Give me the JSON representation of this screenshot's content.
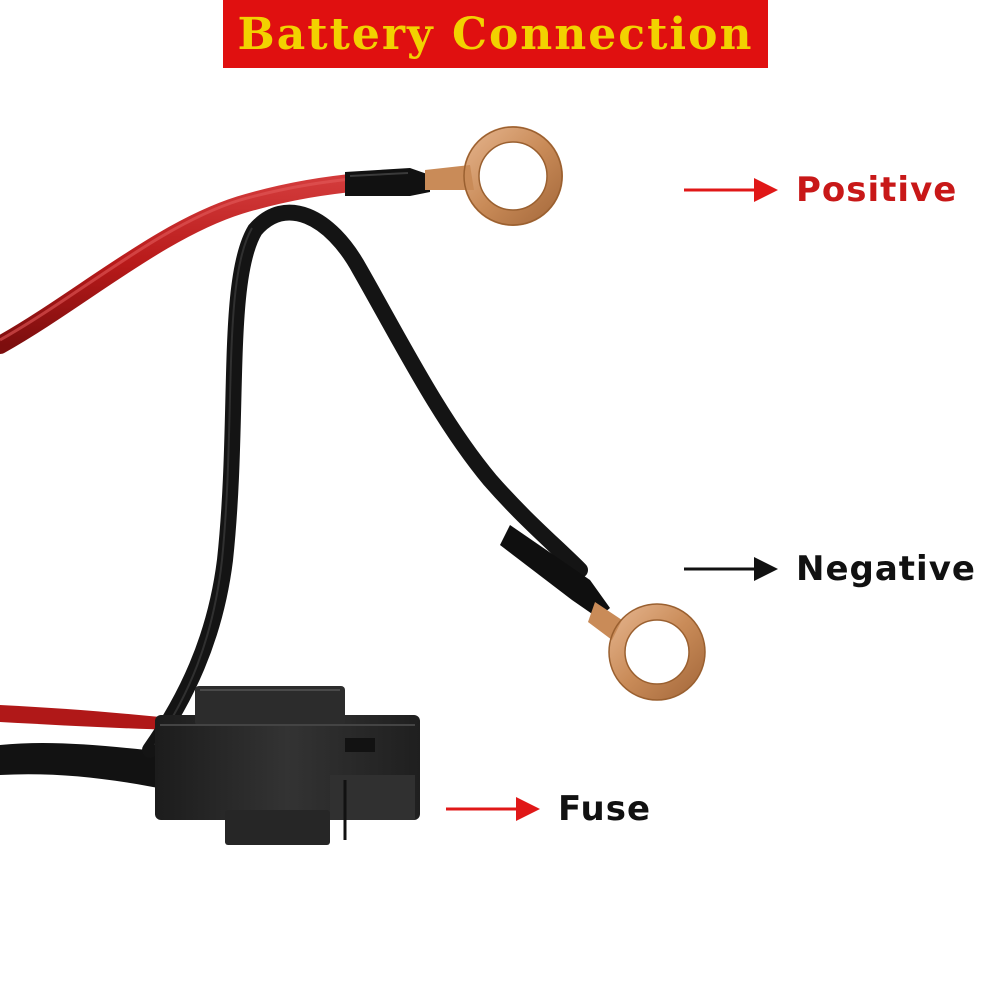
{
  "title": {
    "text": "Battery Connection",
    "background_color": "#e01010",
    "text_color": "#f2d200"
  },
  "callouts": {
    "positive": {
      "label": "Positive",
      "arrow_color": "#e01818",
      "label_color": "#c81818"
    },
    "negative": {
      "label": "Negative",
      "arrow_color": "#111111",
      "label_color": "#111111"
    },
    "fuse": {
      "label": "Fuse",
      "arrow_color": "#e01818",
      "label_color": "#111111"
    }
  },
  "colors": {
    "red_wire": "#b81a1a",
    "black_wire": "#151515",
    "ring_copper": "#c98b58",
    "fuse_body": "#2a2a2a"
  }
}
